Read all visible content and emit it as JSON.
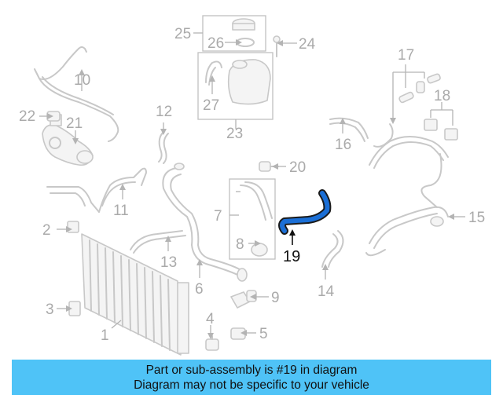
{
  "callouts": {
    "c1": "1",
    "c2": "2",
    "c3": "3",
    "c4": "4",
    "c5": "5",
    "c6": "6",
    "c7": "7",
    "c8": "8",
    "c9": "9",
    "c10": "10",
    "c11": "11",
    "c12": "12",
    "c13": "13",
    "c14": "14",
    "c15": "15",
    "c16": "16",
    "c17": "17",
    "c18": "18",
    "c19": "19",
    "c20": "20",
    "c21": "21",
    "c22": "22",
    "c23": "23",
    "c24": "24",
    "c25": "25",
    "c26": "26",
    "c27": "27"
  },
  "highlighted_part": "19",
  "colors": {
    "highlight": "#1b6fd6",
    "banner": "#4fc3f7",
    "part_line": "#c8c8c8",
    "label": "#aaaaaa"
  },
  "banner": {
    "line1": "Part or sub-assembly is #19 in diagram",
    "line2": "Diagram may not be specific to your vehicle"
  }
}
